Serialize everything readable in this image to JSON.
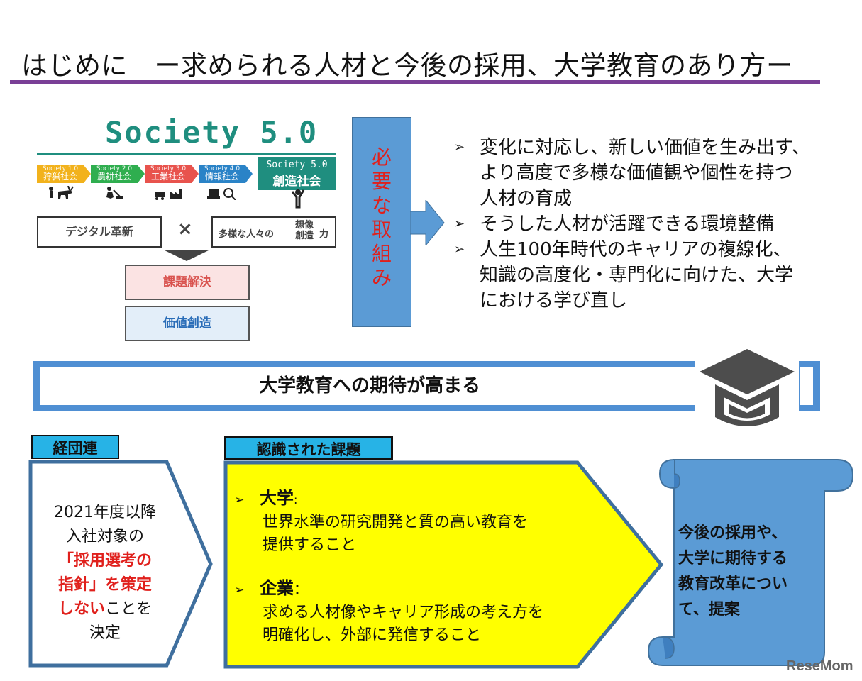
{
  "header": {
    "title": "はじめに　ー求められる人材と今後の採用、大学教育のあり方ー"
  },
  "society": {
    "title": "Society 5.0",
    "stages": [
      {
        "version": "Society 1.0",
        "name": "狩猟社会"
      },
      {
        "version": "Society 2.0",
        "name": "農耕社会"
      },
      {
        "version": "Society 3.0",
        "name": "工業社会"
      },
      {
        "version": "Society 4.0",
        "name": "情報社会"
      }
    ],
    "final_stage": {
      "version": "Society 5.0",
      "name": "創造社会"
    },
    "digital": "デジタル革新",
    "times": "×",
    "diverse_a": "多様な人々の",
    "diverse_b1": "想像",
    "diverse_b2": "創造",
    "diverse_c": "力",
    "problem": "課題解決",
    "value": "価値創造"
  },
  "need": {
    "chars": [
      "必",
      "要",
      "な",
      "取",
      "組",
      "み"
    ]
  },
  "bullets": [
    {
      "lines": [
        "変化に対応し、新しい価値を生み出す、",
        "より高度で多様な価値観や個性を持つ",
        "人材の育成"
      ]
    },
    {
      "lines": [
        "そうした人材が活躍できる環境整備"
      ]
    },
    {
      "lines": [
        "人生100年時代のキャリアの複線化、",
        "知識の高度化・専門化に向けた、大学",
        "における学び直し"
      ]
    }
  ],
  "banner": {
    "text": "大学教育への期待が高まる"
  },
  "keidanren": {
    "tag": "経団連",
    "line1": "2021年度以降",
    "line2": "入社対象の",
    "red1": "「採用選考の",
    "red2a": "指針」",
    "line3b": "を策定",
    "red3": "しない",
    "line4b": "ことを",
    "line5": "決定"
  },
  "issues": {
    "tag": "認識された課題",
    "university": {
      "head": "大学",
      "sep": ":",
      "lines": [
        "世界水準の研究開発と質の高い教育を",
        "提供すること"
      ]
    },
    "company": {
      "head": "企業",
      "sep": "：",
      "lines": [
        "求める人材像やキャリア形成の考え方を",
        "明確化し、外部に発信すること"
      ]
    }
  },
  "proposal": {
    "lines": [
      "今後の採用や、",
      "大学に期待する",
      "教育改革につい",
      "て、提案"
    ]
  },
  "watermark": "ReseMom",
  "icons": [
    "graduation-cap-icon",
    "arrow-right-icon",
    "scroll-icon"
  ],
  "colors": {
    "accent_purple": "#7a3f96",
    "blue": "#5b9bd5",
    "teal": "#1f8e7f",
    "red": "#e0201c",
    "yellow": "#ffff00",
    "cyan_tag": "#27b3e6"
  }
}
